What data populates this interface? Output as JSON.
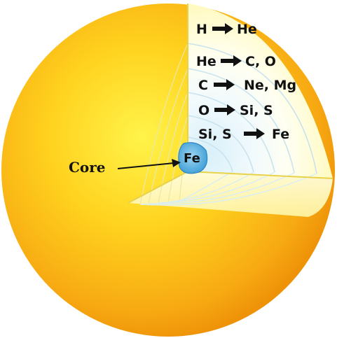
{
  "diagram": {
    "shells": [
      {
        "from": "H",
        "to": "He"
      },
      {
        "from": "He",
        "to": "C, O"
      },
      {
        "from": "C",
        "to": "Ne, Mg"
      },
      {
        "from": "O",
        "to": "Si, S"
      },
      {
        "from": "Si, S",
        "to": "Fe"
      }
    ],
    "core": {
      "label": "Core",
      "element": "Fe"
    },
    "colors": {
      "outer_orange": "#F2A20C",
      "sphere_yellow": "#FFD21E",
      "cutaway_cream": "#FFFCCB",
      "inner_blue": "#CDE8F5",
      "core_blue": "#4AA8DA"
    }
  }
}
